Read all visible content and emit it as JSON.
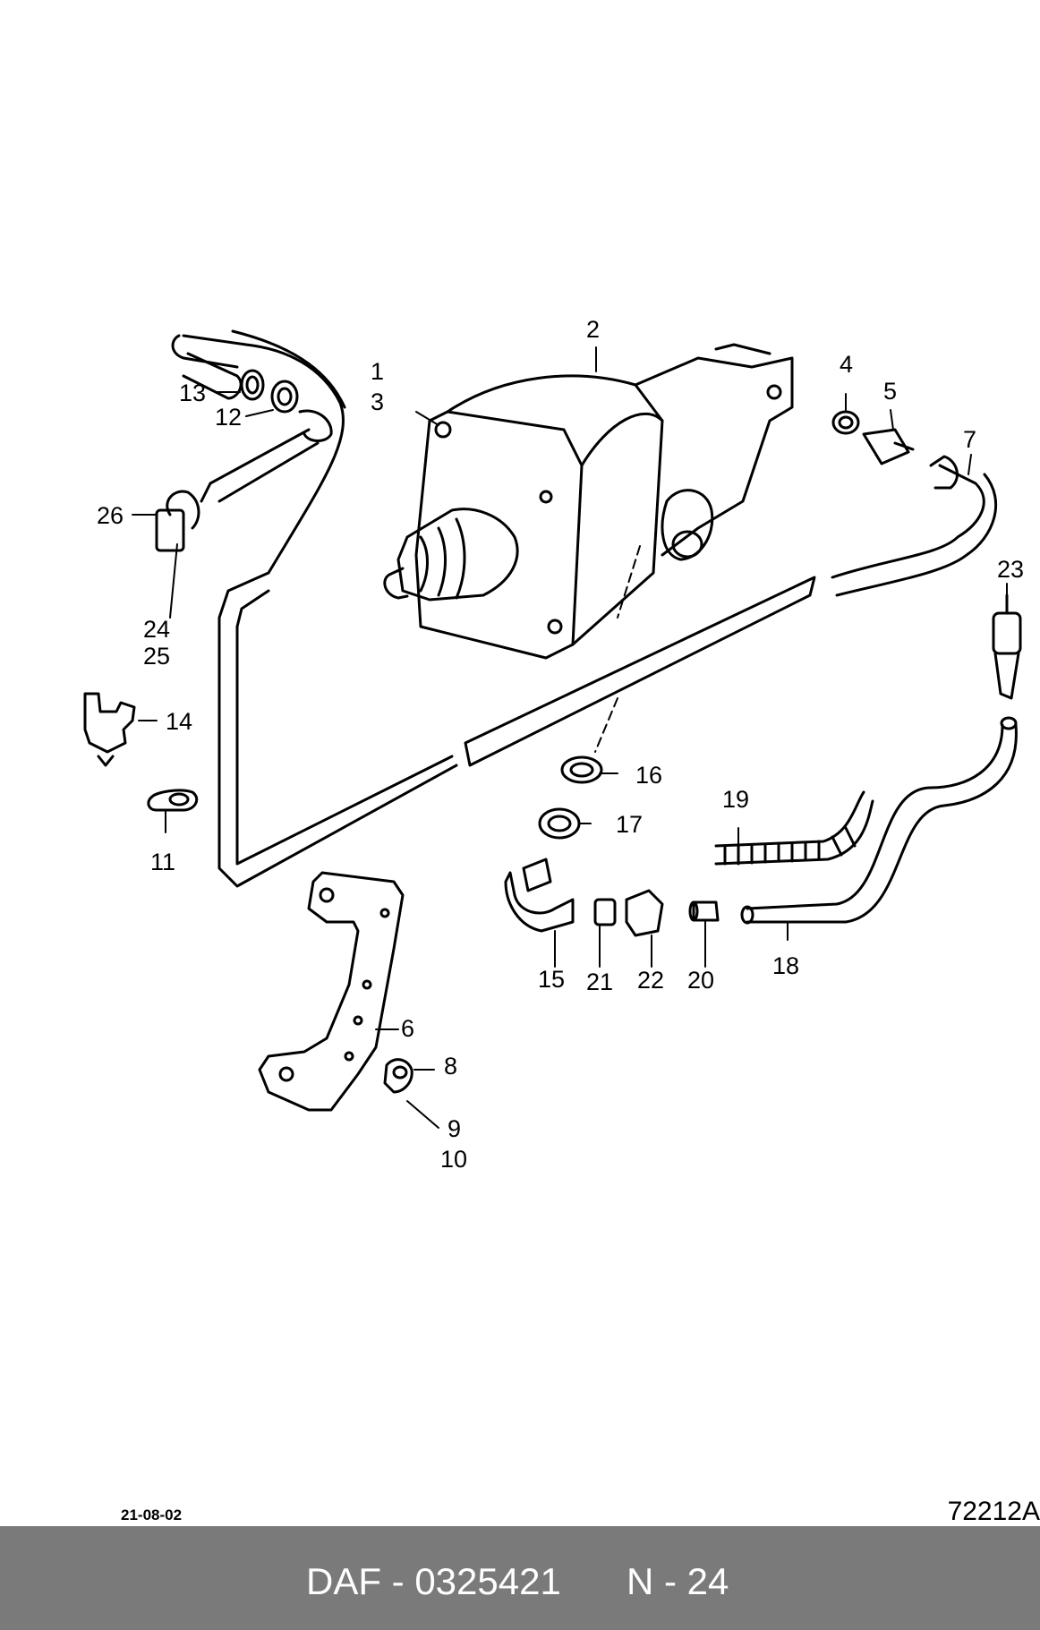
{
  "callouts": {
    "c1": "1",
    "c2": "2",
    "c3": "3",
    "c4": "4",
    "c5": "5",
    "c6": "6",
    "c7": "7",
    "c8": "8",
    "c9": "9",
    "c10": "10",
    "c11": "11",
    "c12": "12",
    "c13": "13",
    "c14": "14",
    "c15": "15",
    "c16": "16",
    "c17": "17",
    "c18": "18",
    "c19": "19",
    "c20": "20",
    "c21": "21",
    "c22": "22",
    "c23": "23",
    "c24": "24",
    "c25": "25",
    "c26": "26"
  },
  "footer": {
    "date": "21-08-02",
    "drawing_number": "72212A",
    "part_reference": "DAF - 0325421",
    "page": "N - 24"
  },
  "colors": {
    "line": "#000000",
    "footer_bg": "#7a7a7a",
    "footer_text": "#ffffff"
  }
}
